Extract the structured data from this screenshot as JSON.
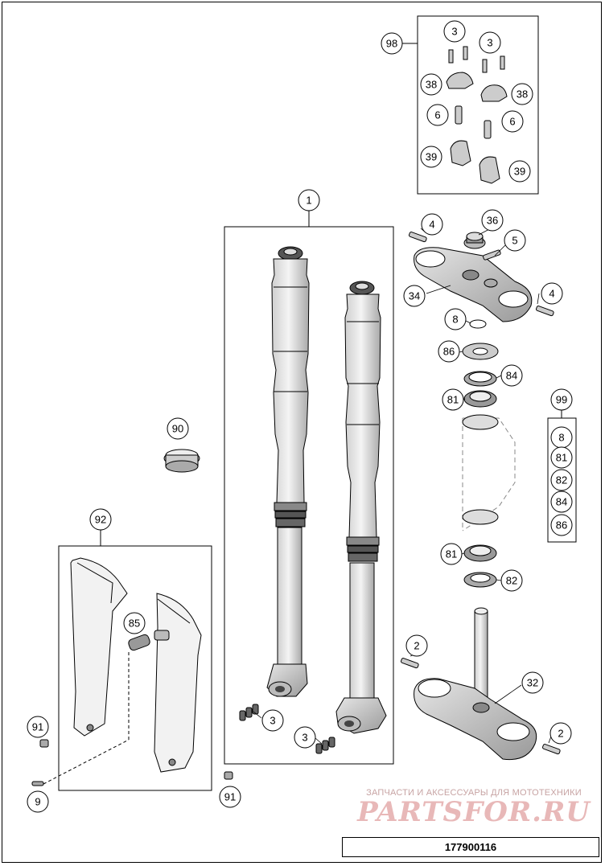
{
  "drawing_number": "177900116",
  "watermark": {
    "line1": "ЗАПЧАСТИ И АКСЕССУАРЫ ДЛЯ МОТОТЕХНИКИ",
    "line2": "PARTSFOR.RU"
  },
  "callouts": {
    "c1": "1",
    "c2": "2",
    "c2b": "2",
    "c3a": "3",
    "c3b": "3",
    "c3c": "3",
    "c3d": "3",
    "c4a": "4",
    "c4b": "4",
    "c5": "5",
    "c6a": "6",
    "c6b": "6",
    "c8a": "8",
    "c8b": "8",
    "c9": "9",
    "c32": "32",
    "c34": "34",
    "c36": "36",
    "c38a": "38",
    "c38b": "38",
    "c39a": "39",
    "c39b": "39",
    "c81a": "81",
    "c81b": "81",
    "c81c": "81",
    "c82a": "82",
    "c82b": "82",
    "c84a": "84",
    "c84b": "84",
    "c85": "85",
    "c86a": "86",
    "c86b": "86",
    "c90": "90",
    "c91a": "91",
    "c91b": "91",
    "c92": "92",
    "c98": "98",
    "c99": "99"
  }
}
